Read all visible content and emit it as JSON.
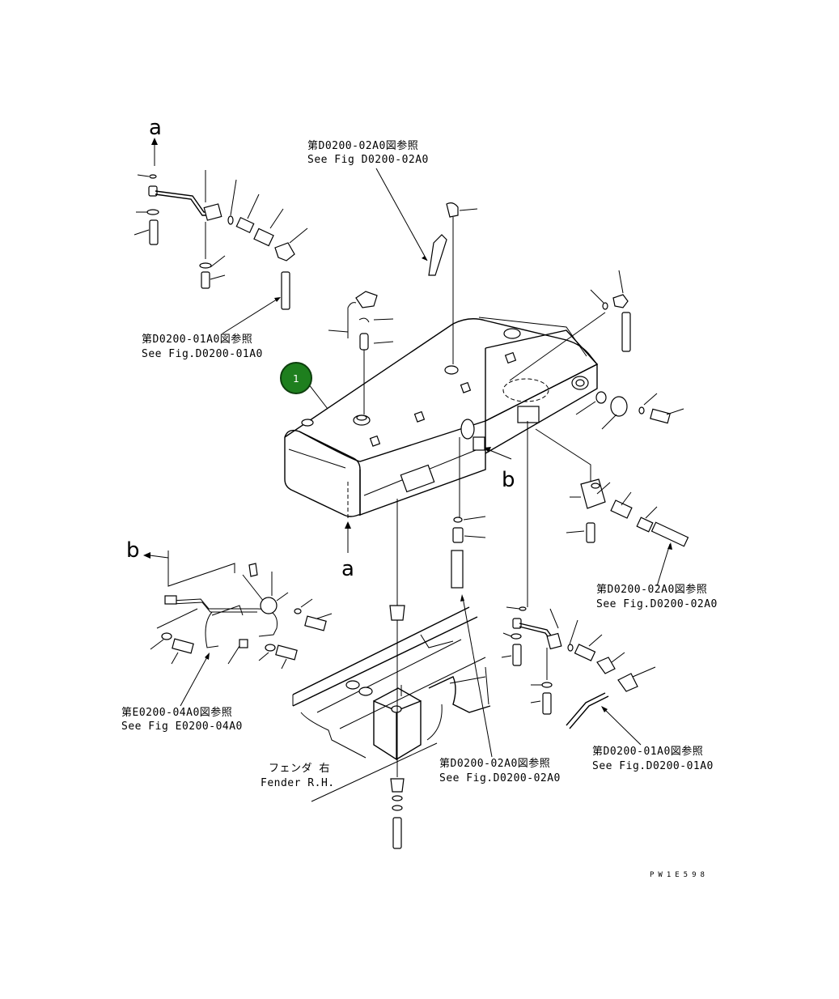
{
  "diagram": {
    "callout_number": "1",
    "callout_color": "#1e7f1e",
    "references": [
      {
        "jp": "第D0200-02A0図参照",
        "en": "See Fig D0200-02A0"
      },
      {
        "jp": "第D0200-01A0図参照",
        "en": "See Fig.D0200-01A0"
      },
      {
        "jp": "第D0200-02A0図参照",
        "en": "See Fig.D0200-02A0"
      },
      {
        "jp": "第E0200-04A0図参照",
        "en": "See Fig E0200-04A0"
      },
      {
        "jp": "第D0200-02A0図参照",
        "en": "See Fig.D0200-02A0"
      },
      {
        "jp": "第D0200-01A0図参照",
        "en": "See Fig.D0200-01A0"
      }
    ],
    "fender": {
      "jp": "フェンダ 右",
      "en": "Fender R.H."
    },
    "markers": {
      "a_top": "a",
      "a_bottom": "a",
      "b_left": "b",
      "b_right": "b"
    },
    "drawing_code": "PW1E598"
  }
}
